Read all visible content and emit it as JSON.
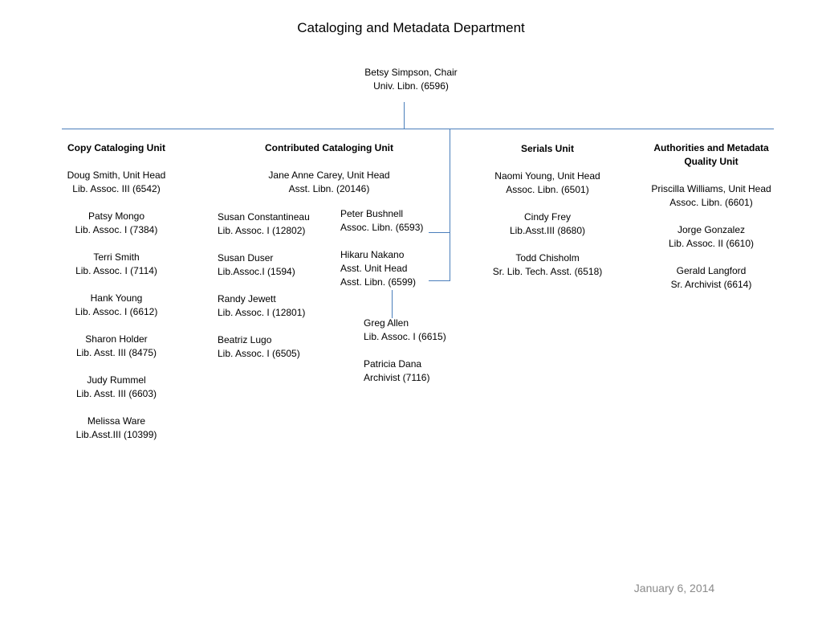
{
  "title": "Cataloging and Metadata Department",
  "chair": {
    "name": "Betsy Simpson, Chair",
    "position": "Univ. Libn. (6596)"
  },
  "line_color": "#4a7ebb",
  "units": {
    "copy": {
      "heading": [
        "Copy Cataloging Unit"
      ],
      "members": [
        {
          "name": "Doug Smith, Unit Head",
          "position": "Lib. Assoc. III (6542)"
        },
        {
          "name": "Patsy Mongo",
          "position": "Lib. Assoc. I (7384)"
        },
        {
          "name": "Terri Smith",
          "position": "Lib. Assoc. I (7114)"
        },
        {
          "name": "Hank Young",
          "position": "Lib. Assoc. I (6612)"
        },
        {
          "name": "Sharon Holder",
          "position": "Lib. Asst. III (8475)"
        },
        {
          "name": "Judy Rummel",
          "position": "Lib. Asst. III (6603)"
        },
        {
          "name": "Melissa Ware",
          "position": "Lib.Asst.III (10399)"
        }
      ]
    },
    "contributed": {
      "heading": [
        "Contributed Cataloging Unit"
      ],
      "head": {
        "name": "Jane Anne Carey, Unit Head",
        "position": "Asst. Libn. (20146)"
      },
      "staff_left": [
        {
          "name": "Susan Constantineau",
          "position": "Lib. Assoc. I (12802)"
        },
        {
          "name": "Susan Duser",
          "position": "Lib.Assoc.I (1594)"
        },
        {
          "name": "Randy Jewett",
          "position": "Lib. Assoc. I (12801)"
        },
        {
          "name": "Beatriz Lugo",
          "position": "Lib. Assoc. I (6505)"
        }
      ],
      "staff_right": {
        "peter": {
          "name": "Peter Bushnell",
          "position": "Assoc. Libn. (6593)"
        },
        "hikaru": {
          "name": "Hikaru Nakano",
          "role": "Asst. Unit Head",
          "position": "Asst. Libn. (6599)"
        }
      },
      "sub_staff": [
        {
          "name": "Greg Allen",
          "position": "Lib. Assoc. I (6615)"
        },
        {
          "name": "Patricia Dana",
          "position": "Archivist (7116)"
        }
      ]
    },
    "serials": {
      "heading": [
        "Serials Unit"
      ],
      "members": [
        {
          "name": "Naomi Young, Unit Head",
          "position": "Assoc. Libn. (6501)"
        },
        {
          "name": "Cindy Frey",
          "position": "Lib.Asst.III (8680)"
        },
        {
          "name": "Todd Chisholm",
          "position": "Sr. Lib. Tech. Asst. (6518)"
        }
      ]
    },
    "authorities": {
      "heading": [
        "Authorities and Metadata",
        "Quality Unit"
      ],
      "members": [
        {
          "name": "Priscilla Williams, Unit Head",
          "position": "Assoc. Libn. (6601)"
        },
        {
          "name": "Jorge Gonzalez",
          "position": "Lib. Assoc. II (6610)"
        },
        {
          "name": "Gerald Langford",
          "position": "Sr. Archivist (6614)"
        }
      ]
    }
  },
  "date": "January 6, 2014"
}
